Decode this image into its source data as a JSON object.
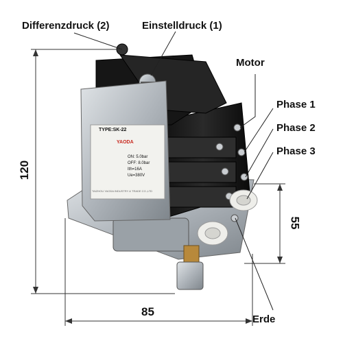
{
  "labels": {
    "differenzdruck": "Differenzdruck (2)",
    "einstelldruck": "Einstelldruck (1)",
    "motor": "Motor",
    "phase1": "Phase 1",
    "phase2": "Phase 2",
    "phase3": "Phase 3",
    "erde": "Erde"
  },
  "dimensions": {
    "height": "120",
    "width": "85",
    "depth": "55"
  },
  "plate": {
    "type": "TYPE:SK-22",
    "brand": "YAODA",
    "on": "ON: 5.0bar",
    "off": "OFF: 8.0bar",
    "current": "Ith=16A",
    "voltage": "Ue=380V",
    "maker": "TAIZHOU YAODA INDUSTRY & TRADE CO.,LTD"
  },
  "colors": {
    "housing": "#1c1c1c",
    "metal": "#b9bec4",
    "label_plate": "#f2f2ee",
    "brand_red": "#c8281e"
  }
}
